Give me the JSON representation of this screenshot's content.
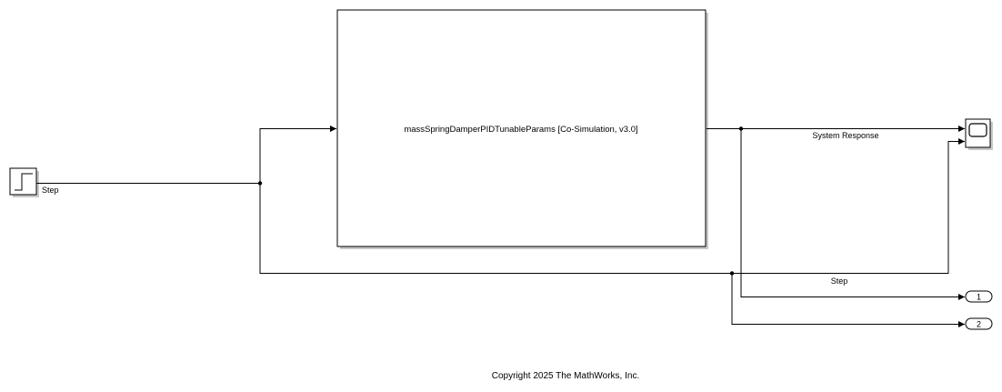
{
  "model": {
    "fmu_block_label": "massSpringDamperPIDTunableParams [Co-Simulation, v3.0]",
    "step_block_label": "Step",
    "signal_system_response": "System Response",
    "signal_step": "Step",
    "outport_1": "1",
    "outport_2": "2",
    "copyright": "Copyright 2025 The MathWorks, Inc."
  },
  "icons": {
    "step_block": "step-icon",
    "scope_block": "scope-icon",
    "outport": "outport-icon"
  },
  "colors": {
    "wire": "#000000",
    "block_fill": "#ffffff",
    "block_shadow": "#c8c8c8"
  }
}
